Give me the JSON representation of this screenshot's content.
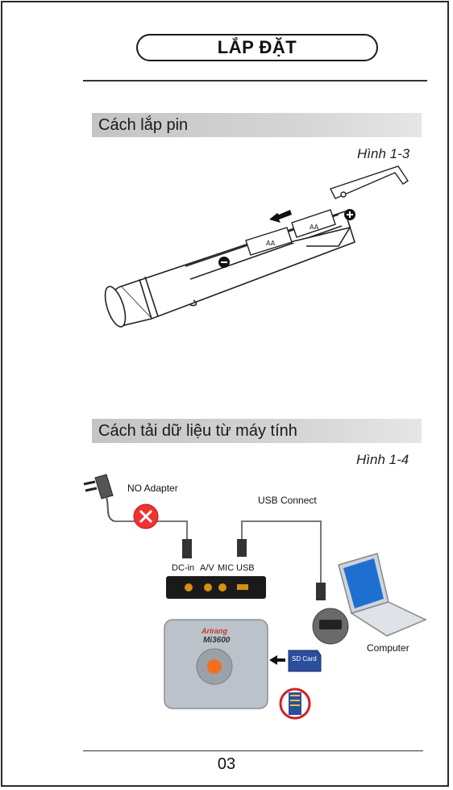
{
  "header": {
    "title": "LẮP ĐẶT"
  },
  "sections": [
    {
      "title": "Cách lắp pin",
      "figure_caption": "Hình 1-3"
    },
    {
      "title": "Cách tải dữ liệu từ máy tính",
      "figure_caption": "Hình 1-4"
    }
  ],
  "diagram": {
    "adapter_label": "NO Adapter",
    "usb_connect_label": "USB Connect",
    "ports": [
      "DC-in",
      "A/V",
      "MIC",
      "USB"
    ],
    "computer_label": "Computer",
    "sd_card_label": "SD Card",
    "device_brand": "Arirang",
    "device_model": "Mi3600"
  },
  "footer": {
    "page_number": "03"
  }
}
